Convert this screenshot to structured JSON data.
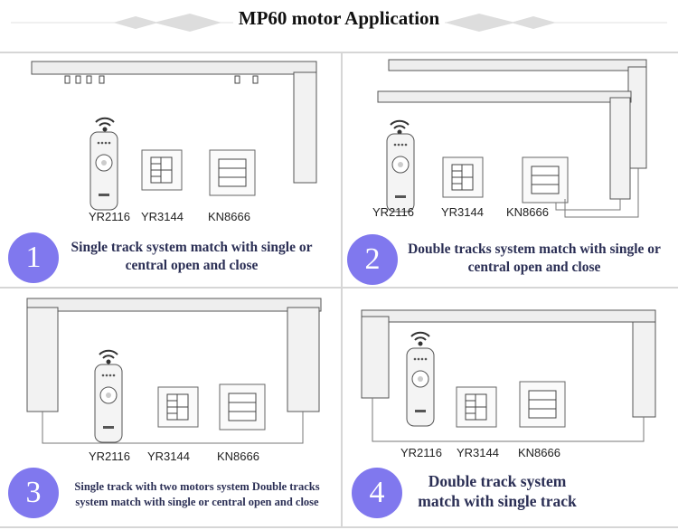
{
  "title": "MP60 motor Application",
  "colors": {
    "badge": "#8078ee",
    "text": "#2b2f55",
    "divider": "#d6d6d6"
  },
  "devices": {
    "remote": "YR2116",
    "switch": "YR3144",
    "panel": "KN8666"
  },
  "panels": [
    {
      "number": "1",
      "description": "Single track system match with single or central open and close"
    },
    {
      "number": "2",
      "description": "Double tracks system match with single or central open and close"
    },
    {
      "number": "3",
      "description": "Single track with two motors system Double tracks system match with single or central open and close"
    },
    {
      "number": "4",
      "description": "Double track system match with single track"
    }
  ]
}
